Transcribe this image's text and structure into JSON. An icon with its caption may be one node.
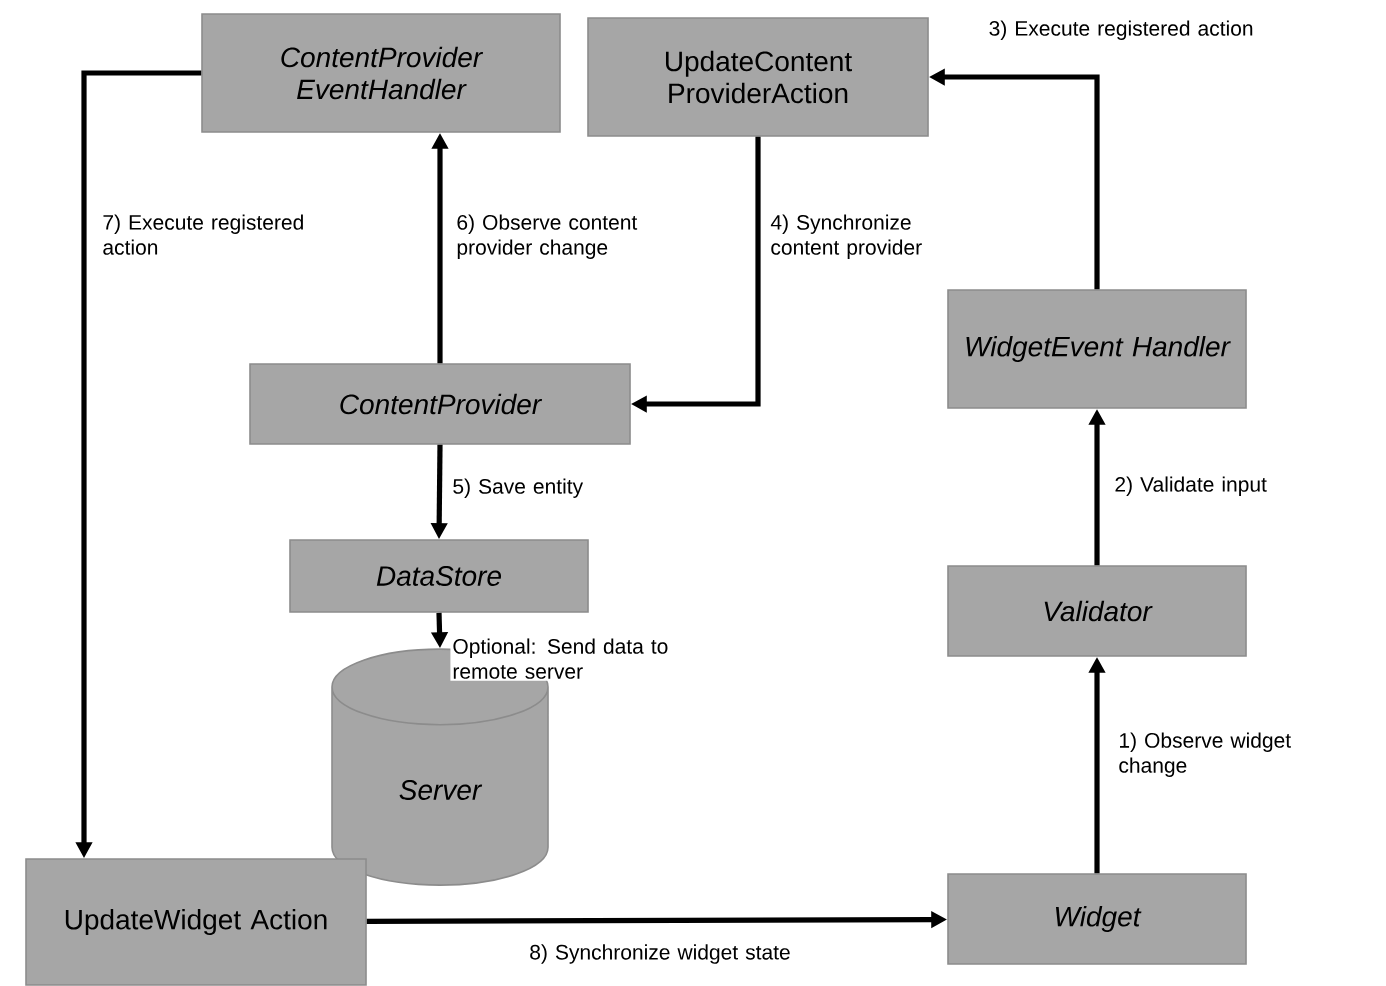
{
  "diagram": {
    "nodes": [
      {
        "text": [
          "ContentProvider EventHandler"
        ]
      },
      {
        "text": [
          "UpdateContent ProviderAction"
        ]
      },
      {
        "text": [
          "WidgetEvent Handler"
        ]
      },
      {
        "text": [
          "ContentProvider"
        ]
      },
      {
        "text": [
          "DataStore"
        ]
      },
      {
        "text": [
          "Server"
        ]
      },
      {
        "text": [
          "Validator"
        ]
      },
      {
        "text": [
          "UpdateWidget Action"
        ]
      },
      {
        "text": [
          "Widget"
        ]
      }
    ],
    "edges": [
      {
        "from": 8,
        "to": 6,
        "arrow": "to",
        "label": "1) Observe widget change"
      },
      {
        "from": 6,
        "to": 2,
        "arrow": "to",
        "label": "2) Validate input"
      },
      {
        "from": 2,
        "to": 1,
        "arrow": "to",
        "label": "3) Execute registered action"
      },
      {
        "from": 1,
        "to": 3,
        "arrow": "to",
        "label": "4) Synchronize content provider"
      },
      {
        "from": 3,
        "to": 4,
        "arrow": "to",
        "label": "5) Save entity"
      },
      {
        "from": 4,
        "to": 5,
        "arrow": "to",
        "label": "Optional: Send data to remote server"
      },
      {
        "from": 3,
        "to": 0,
        "arrow": "to",
        "label": "6) Observe content provider change"
      },
      {
        "from": 0,
        "to": 7,
        "arrow": "to",
        "label": "7) Execute registered action"
      },
      {
        "from": 7,
        "to": 8,
        "arrow": "to",
        "label": "8) Synchronize widget state"
      }
    ]
  }
}
